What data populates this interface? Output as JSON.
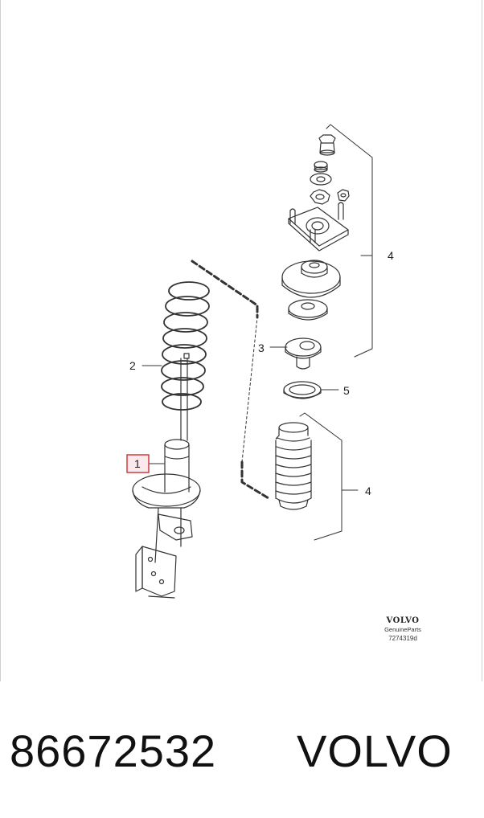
{
  "callouts": {
    "c1": "1",
    "c2": "2",
    "c3": "3",
    "c4_top": "4",
    "c4_bottom": "4",
    "c5": "5"
  },
  "highlight_color": "#d23b3b",
  "brand": {
    "logo": "VOLVO",
    "subtitle": "GenuineParts",
    "drawing_code": "7274319d"
  },
  "caption": {
    "part_number": "86672532",
    "maker": "VOLVO"
  }
}
